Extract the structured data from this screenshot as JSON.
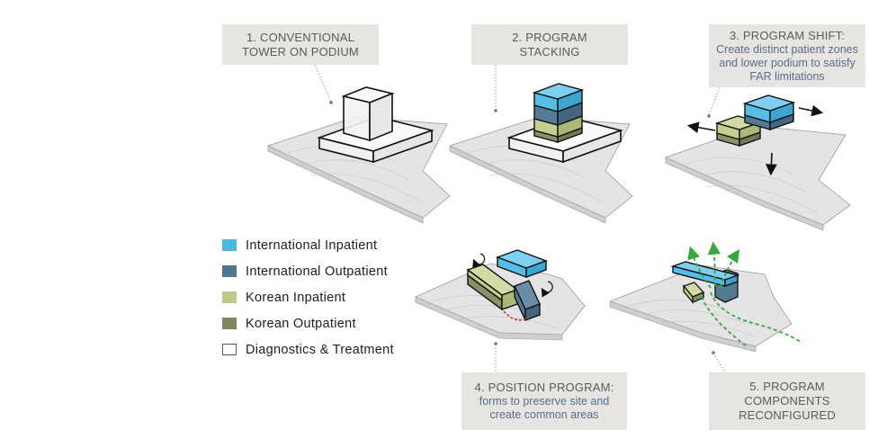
{
  "steps": [
    {
      "number": "1.",
      "title_lines": [
        "1. CONVENTIONAL",
        "TOWER ON PODIUM"
      ],
      "subtitle_lines": []
    },
    {
      "number": "2.",
      "title_lines": [
        "2. PROGRAM",
        "STACKING"
      ],
      "subtitle_lines": []
    },
    {
      "number": "3.",
      "title_lines": [
        "3. PROGRAM SHIFT:"
      ],
      "subtitle_lines": [
        "Create distinct patient zones",
        "and lower podium to satisfy",
        "FAR limitations"
      ]
    },
    {
      "number": "4.",
      "title_lines": [
        "4. POSITION PROGRAM:"
      ],
      "subtitle_lines": [
        "forms to preserve site and",
        "create common areas"
      ]
    },
    {
      "number": "5.",
      "title_lines": [
        "5. PROGRAM",
        "COMPONENTS",
        "RECONFIGURED"
      ],
      "subtitle_lines": []
    }
  ],
  "legend": {
    "items": [
      {
        "label": "International Inpatient",
        "color": "#4fb6df"
      },
      {
        "label": "International Outpatient",
        "color": "#51758f"
      },
      {
        "label": "Korean Inpatient",
        "color": "#bcc98a"
      },
      {
        "label": "Korean Outpatient",
        "color": "#7f8660"
      },
      {
        "label": "Diagnostics & Treatment",
        "color": "#ffffff"
      }
    ]
  },
  "colors": {
    "label_bg": "#e6e5e1",
    "label_text": "#5d5b57",
    "subtitle_text": "#5a6d8c",
    "site": "#e3e3e3",
    "arrow_green": "#3aa640",
    "rotate_red": "#d8323a"
  }
}
